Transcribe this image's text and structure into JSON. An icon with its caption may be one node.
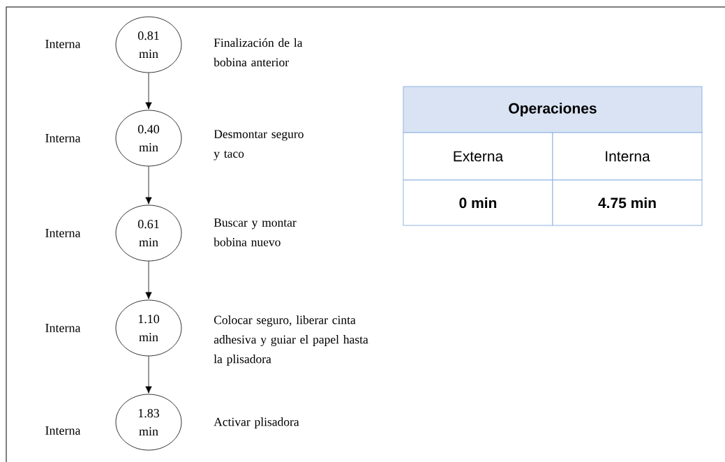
{
  "diagram": {
    "nodes": [
      {
        "text": [
          "0.81 min"
        ],
        "beside": [
          "Interna",
          "Finalización de la bobina anterior"
        ]
      },
      {
        "text": [
          "0.40 min"
        ],
        "beside": [
          "Interna",
          "Desmontar seguro y taco"
        ]
      },
      {
        "text": [
          "0.61 min"
        ],
        "beside": [
          "Interna",
          "Buscar y montar bobina nuevo"
        ]
      },
      {
        "text": [
          "1.10 min"
        ],
        "beside": [
          "Interna",
          "Colocar seguro, liberar cinta adhesiva y guiar el papel hasta la plisadora"
        ]
      },
      {
        "text": [
          "1.83 min"
        ],
        "beside": [
          "Interna",
          "Activar plisadora"
        ]
      }
    ],
    "edges": [
      {
        "from": 0,
        "to": 1,
        "arrow": "to"
      },
      {
        "from": 1,
        "to": 2,
        "arrow": "to"
      },
      {
        "from": 2,
        "to": 3,
        "arrow": "to"
      },
      {
        "from": 3,
        "to": 4,
        "arrow": "to"
      }
    ],
    "labels": [
      "Operaciones",
      "Externa",
      "Interna",
      "0 min",
      "4.75 min"
    ]
  }
}
